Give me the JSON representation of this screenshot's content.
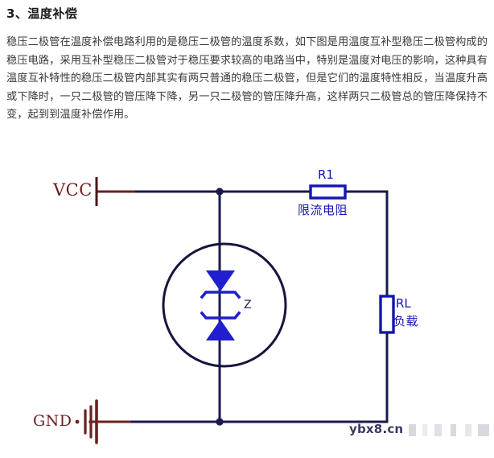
{
  "article": {
    "heading": "3、温度补偿",
    "paragraph": "稳压二极管在温度补偿电路利用的是稳压二极管的温度系数，如下图是用温度互补型稳压二极管构成的稳压电路，采用互补型稳压二极管对于稳压要求较高的电路当中，特别是温度对电压的影响，这种具有温度互补特性的稳压二极管内部其实有两只普通的稳压二极管，但是它们的温度特性相反，当温度升高或下降时，一只二极管的管压降下降，另一只二极管的管压降升高，这样两只二极管总的管压降保持不变，起到到温度补偿作用。"
  },
  "schematic": {
    "labels": {
      "vcc": "VCC",
      "gnd": "GND",
      "r1": "R1",
      "r1_desc": "限流电阻",
      "zener": "Z",
      "rl": "RL",
      "rl_desc": "负载"
    },
    "colors": {
      "wire": "#1a1a4e",
      "component_blue": "#1515b0",
      "diode_fill": "#1f1fd0",
      "terminal_red": "#6b2020",
      "circle_stroke": "#15153f"
    }
  },
  "watermark": {
    "text": "ybx8",
    "dot": ".",
    "suffix": "cn"
  }
}
